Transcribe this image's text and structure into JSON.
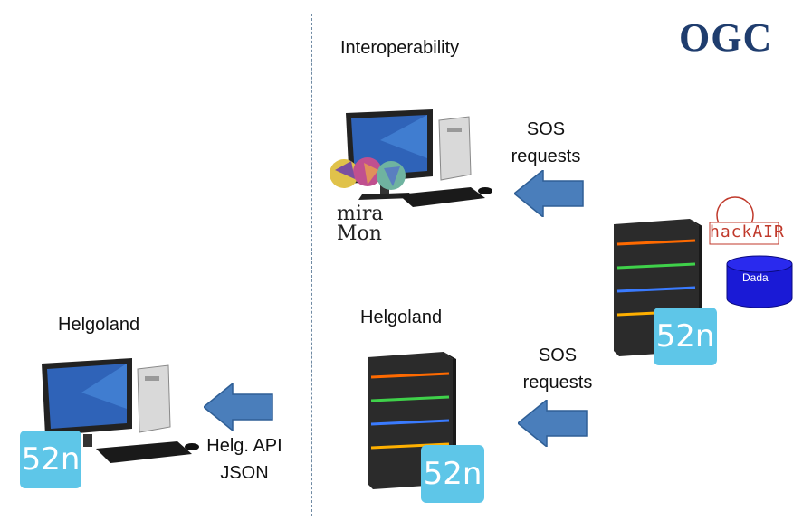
{
  "logo_text": "OGC",
  "labels": {
    "interoperability": "Interoperability",
    "helgoland_right": "Helgoland",
    "helgoland_left": "Helgoland",
    "sos1_line1": "SOS",
    "sos1_line2": "requests",
    "sos2_line1": "SOS",
    "sos2_line2": "requests",
    "api_line1": "Helg. API",
    "api_line2": "JSON",
    "dada": "Dada",
    "hackair": "hackAIR",
    "miramon_top": "mira",
    "miramon_bottom": "Mon"
  },
  "badge_52n": "52n",
  "colors": {
    "arrow": "#4a7ebb",
    "badge": "#5ec6e8",
    "dada_db": "#1a1ad6",
    "ogc": "#1f3d6e"
  }
}
